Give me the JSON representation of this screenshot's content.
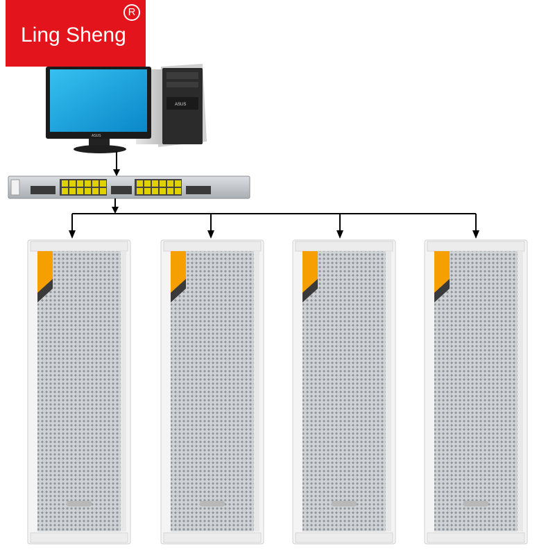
{
  "brand": {
    "name": "Ling Sheng",
    "registered_mark": "R"
  },
  "diagram": {
    "nodes": [
      {
        "id": "computer",
        "kind": "desktop computer (monitor + tower)",
        "monitor_brand": "ASUS",
        "tower_brand": "ASUS"
      },
      {
        "id": "switch",
        "kind": "network switch"
      },
      {
        "id": "speaker-1",
        "kind": "column speaker"
      },
      {
        "id": "speaker-2",
        "kind": "column speaker"
      },
      {
        "id": "speaker-3",
        "kind": "column speaker"
      },
      {
        "id": "speaker-4",
        "kind": "column speaker"
      }
    ],
    "edges": [
      {
        "from": "computer",
        "to": "switch"
      },
      {
        "from": "switch",
        "to": "speaker-1"
      },
      {
        "from": "switch",
        "to": "speaker-2"
      },
      {
        "from": "switch",
        "to": "speaker-3"
      },
      {
        "from": "switch",
        "to": "speaker-4"
      }
    ]
  },
  "colors": {
    "brand_red": "#e3141b",
    "monitor_screen": "#1aa8e0",
    "speaker_label": "#f5a000",
    "connector": "#000000"
  }
}
